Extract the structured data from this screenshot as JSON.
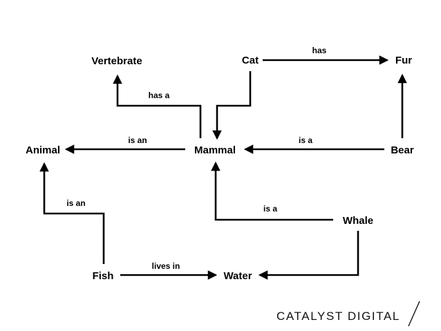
{
  "nodes": {
    "vertebrate": "Vertebrate",
    "cat": "Cat",
    "fur": "Fur",
    "animal": "Animal",
    "mammal": "Mammal",
    "bear": "Bear",
    "whale": "Whale",
    "fish": "Fish",
    "water": "Water"
  },
  "edges": {
    "cat_fur": "has",
    "mammal_vertebrate": "has a",
    "mammal_animal": "is an",
    "bear_mammal": "is a",
    "whale_mammal": "is a",
    "fish_animal": "is an",
    "fish_water": "lives in"
  },
  "brand": {
    "name": "CATALYST DIGITAL"
  },
  "colors": {
    "ink": "#000000",
    "background": "#ffffff"
  }
}
